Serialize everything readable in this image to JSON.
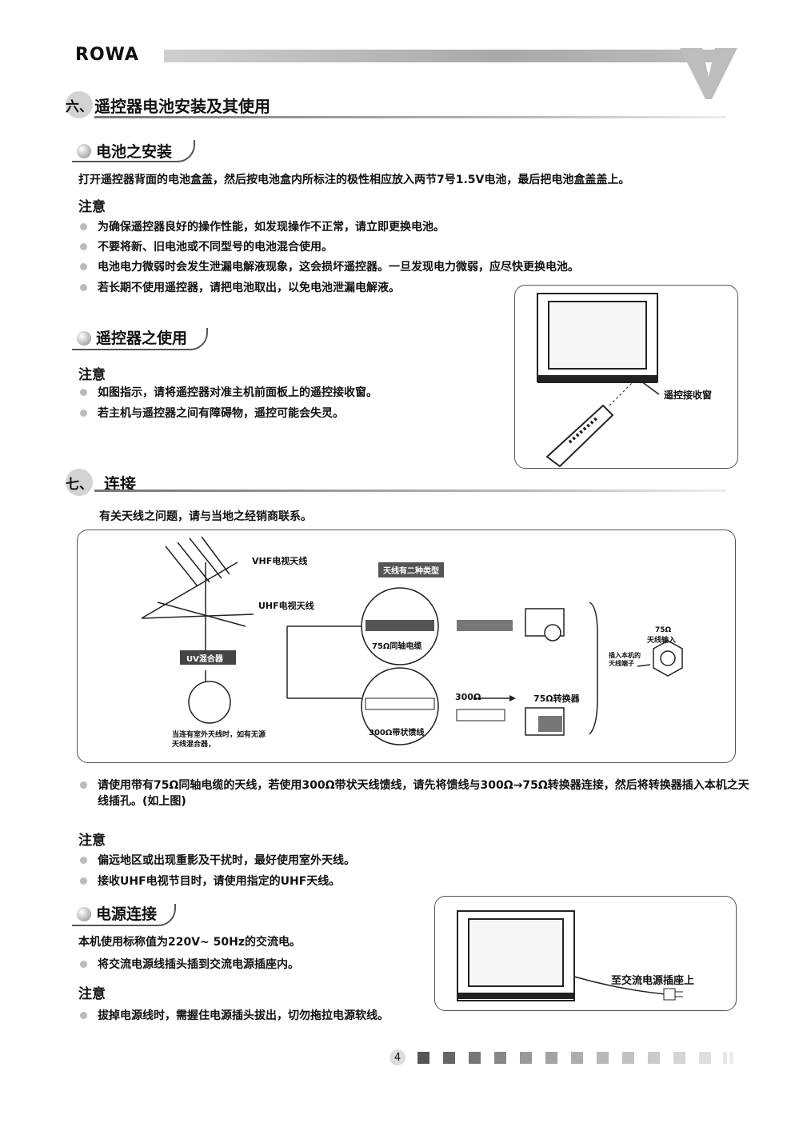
{
  "header": {
    "brand": "ROWA"
  },
  "section6": {
    "number": "六、",
    "title": "遥控器电池安装及其使用",
    "battery": {
      "heading": "电池之安装",
      "body": "打开遥控器背面的电池盒盖，然后按电池盒内所标注的极性相应放入两节7号1.5V电池，最后把电池盒盖盖上。",
      "note_label": "注意",
      "notes": [
        "为确保遥控器良好的操作性能，如发现操作不正常，请立即更换电池。",
        "不要将新、旧电池或不同型号的电池混合使用。",
        "电池电力微弱时会发生泄漏电解液现象，这会损坏遥控器。一旦发现电力微弱，应尽快更换电池。",
        "若长期不使用遥控器，请把电池取出，以免电池泄漏电解液。"
      ]
    },
    "remote": {
      "heading": "遥控器之使用",
      "note_label": "注意",
      "notes": [
        "如图指示，请将遥控器对准主机前面板上的遥控接收窗。",
        "若主机与遥控器之间有障碍物，遥控可能会失灵。"
      ],
      "figure_label": "遥控接收窗"
    }
  },
  "section7": {
    "number": "七、",
    "title": "连接",
    "intro": "有关天线之问题，请与当地之经销商联系。",
    "diagram": {
      "vhf": "VHF电视天线",
      "uhf": "UHF电视天线",
      "mixer": "UV混合器",
      "mixer_note": "当连有室外天线时，如有无源天线混合器，",
      "choose": "天线有二种类型",
      "coax": "75Ω同轴电缆",
      "ribbon": "300Ω带状馈线",
      "ribbon_left": "300Ω",
      "converter": "75Ω转换器",
      "input_top": "75Ω",
      "input_bottom": "天线输入",
      "plug_note": "插入本机的天线端子"
    },
    "body": "请使用带有75Ω同轴电缆的天线，若使用300Ω带状天线馈线，请先将馈线与300Ω→75Ω转换器连接，然后将转换器插入本机之天线插孔。(如上图)",
    "note_label": "注意",
    "notes": [
      "偏远地区或出现重影及干扰时，最好使用室外天线。",
      "接收UHF电视节目时，请使用指定的UHF天线。"
    ],
    "power": {
      "heading": "电源连接",
      "body": "本机使用标称值为220V~ 50Hz的交流电。",
      "bullet": "将交流电源线插头插到交流电源插座内。",
      "note_label": "注意",
      "note": "拔掉电源线时，需握住电源插头拔出，切勿拖拉电源软线。",
      "figure_label": "至交流电源插座上"
    }
  },
  "footer": {
    "page": "4"
  }
}
